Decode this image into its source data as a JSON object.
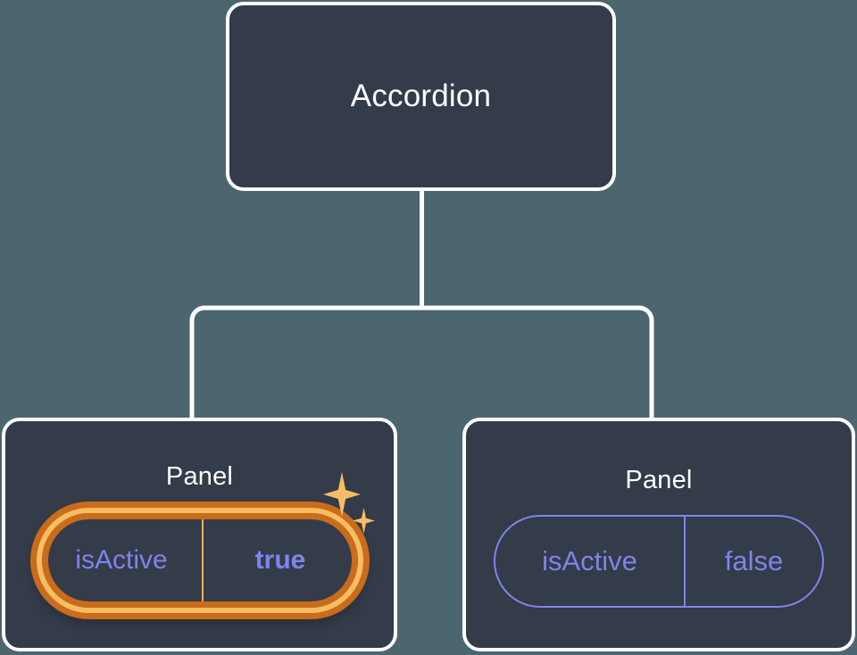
{
  "canvas": {
    "background_color": "#4c6670",
    "node_fill_color": "#343b49",
    "node_border_color": "#ffffff",
    "connector_color": "#ffffff",
    "accent_purple": "#7f84ea",
    "accent_orange_outer": "#c96c1b",
    "accent_orange_inner": "#f8bc62",
    "sparkle_color": "#f9bc66"
  },
  "tree": {
    "root": {
      "title": "Accordion"
    },
    "children": [
      {
        "title": "Panel",
        "highlighted": true,
        "prop": {
          "key": "isActive",
          "value": "true"
        },
        "sparkle_big": "sparkle-icon",
        "sparkle_small": "sparkle-icon"
      },
      {
        "title": "Panel",
        "highlighted": false,
        "prop": {
          "key": "isActive",
          "value": "false"
        }
      }
    ]
  }
}
